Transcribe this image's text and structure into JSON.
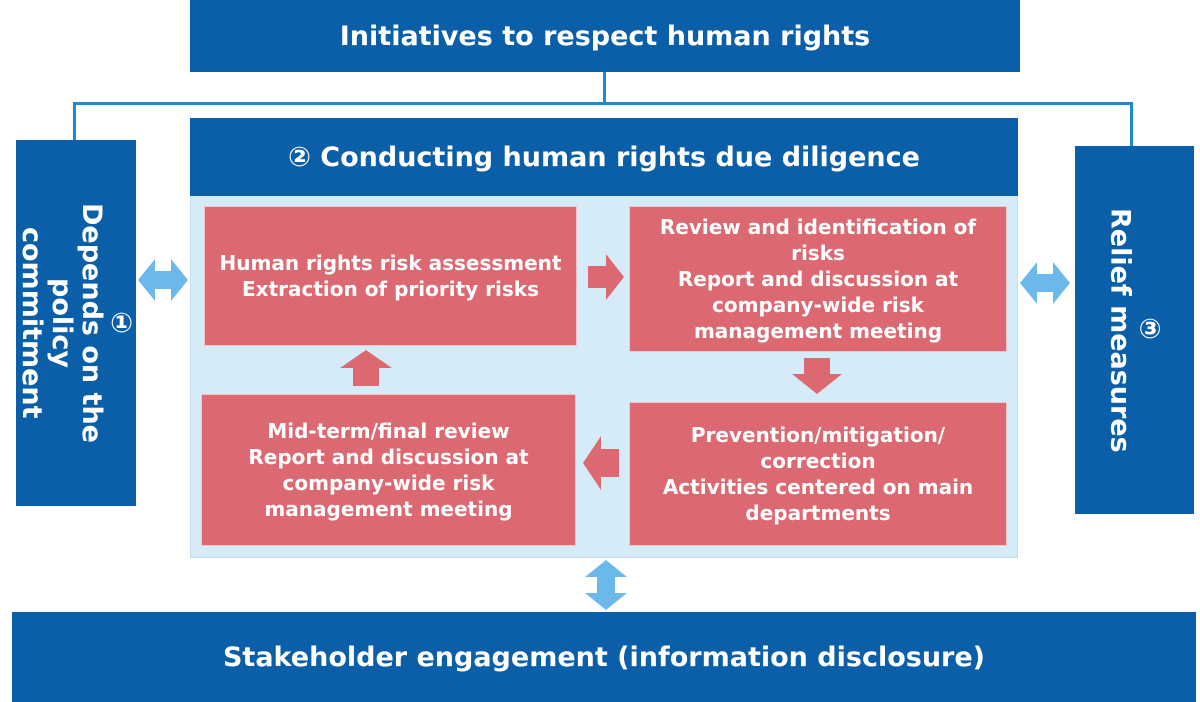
{
  "diagram": {
    "top_title": "Initiatives to respect human rights",
    "left_box": {
      "number": "①",
      "lines": [
        "Depends on the",
        "policy",
        "commitment"
      ]
    },
    "center_header": "② Conducting human rights due diligence",
    "right_box": {
      "number": "③",
      "lines": [
        "Relief measures"
      ]
    },
    "steps": [
      {
        "lines": [
          "Human rights risk assessment",
          "Extraction of priority risks"
        ]
      },
      {
        "lines": [
          "Review and identification of",
          "risks",
          "Report and discussion at",
          "company-wide risk",
          "management meeting"
        ]
      },
      {
        "lines": [
          "Prevention/mitigation/",
          "correction",
          "Activities centered on main",
          "departments"
        ]
      },
      {
        "lines": [
          "Mid-term/final review",
          "Report and discussion at",
          "company-wide risk",
          "management meeting"
        ]
      }
    ],
    "bottom_title": "Stakeholder engagement (information disclosure)",
    "colors": {
      "header_blue": "#0a5fa8",
      "connector_blue": "#1f8ad3",
      "panel_light_blue": "#d6ebf8",
      "step_red": "#dc6872",
      "double_arrow_blue": "#6bb8ea"
    }
  }
}
